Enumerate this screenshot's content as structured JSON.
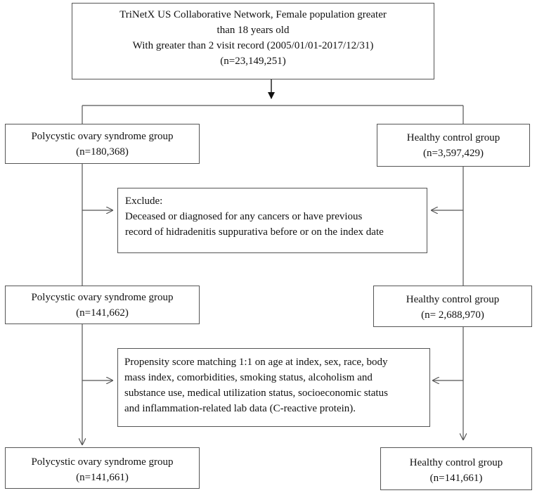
{
  "top": {
    "lines": [
      "TriNetX US Collaborative Network, Female population greater",
      "than 18 years old",
      "With greater than 2 visit record (2005/01/01-2017/12/31)",
      "(n=23,149,251)"
    ]
  },
  "pcos1": {
    "title": "Polycystic ovary syndrome group",
    "n": "(n=180,368)"
  },
  "control1": {
    "title": "Healthy control group",
    "n": "(n=3,597,429)"
  },
  "exclude": {
    "lines": [
      "Exclude:",
      "Deceased or diagnosed for any cancers or have previous",
      "record of hidradenitis suppurativa before or on the index date"
    ]
  },
  "pcos2": {
    "title": "Polycystic ovary syndrome group",
    "n": "(n=141,662)"
  },
  "control2": {
    "title": "Healthy control group",
    "n": "(n= 2,688,970)"
  },
  "psm": {
    "lines": [
      "Propensity score matching 1:1 on age at index, sex, race, body",
      "mass index, comorbidities, smoking status, alcoholism and",
      "substance use, medical utilization status, socioeconomic status",
      "and inflammation-related lab data (C-reactive protein)."
    ]
  },
  "pcos3": {
    "title": "Polycystic ovary syndrome group",
    "n": "(n=141,661)"
  },
  "control3": {
    "title": "Healthy control group",
    "n": "(n=141,661)"
  }
}
